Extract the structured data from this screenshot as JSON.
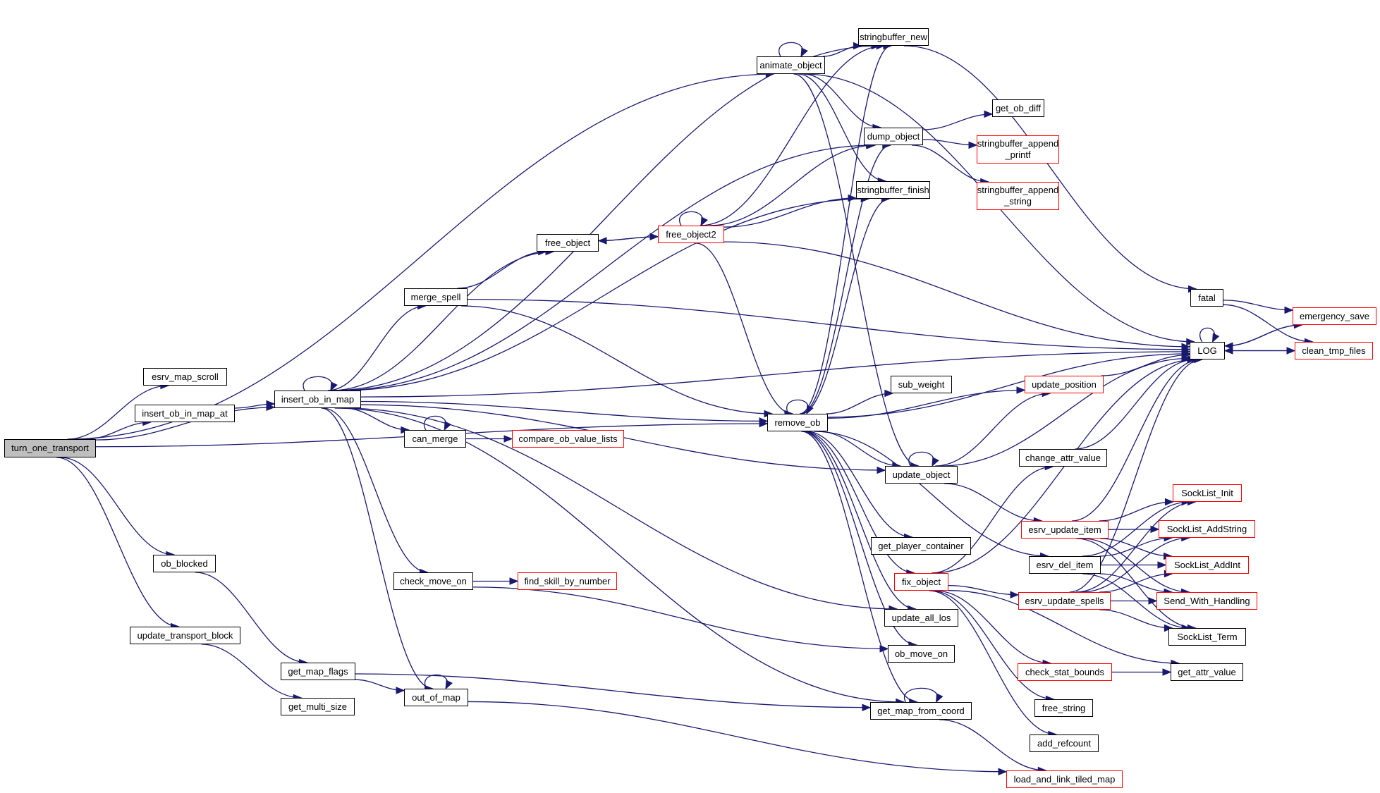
{
  "graph": {
    "root": "turn_one_transport",
    "colors": {
      "edge": "#191970",
      "root_fill": "#bfbfbf",
      "external_border": "#ff0000",
      "node_border": "#000000"
    },
    "nodes": [
      {
        "id": "turn_one_transport",
        "label": "turn_one_transport",
        "kind": "root"
      },
      {
        "id": "esrv_map_scroll",
        "label": "esrv_map_scroll",
        "kind": "normal"
      },
      {
        "id": "insert_ob_in_map_at",
        "label": "insert_ob_in_map_at",
        "kind": "normal"
      },
      {
        "id": "insert_ob_in_map",
        "label": "insert_ob_in_map",
        "kind": "normal"
      },
      {
        "id": "can_merge",
        "label": "can_merge",
        "kind": "normal"
      },
      {
        "id": "merge_spell",
        "label": "merge_spell",
        "kind": "normal"
      },
      {
        "id": "free_object",
        "label": "free_object",
        "kind": "normal"
      },
      {
        "id": "free_object2",
        "label": "free_object2",
        "kind": "external"
      },
      {
        "id": "animate_object",
        "label": "animate_object",
        "kind": "normal"
      },
      {
        "id": "stringbuffer_new",
        "label": "stringbuffer_new",
        "kind": "normal"
      },
      {
        "id": "dump_object",
        "label": "dump_object",
        "kind": "normal"
      },
      {
        "id": "get_ob_diff",
        "label": "get_ob_diff",
        "kind": "normal"
      },
      {
        "id": "stringbuffer_append_printf",
        "label": "stringbuffer_append\n_printf",
        "kind": "external"
      },
      {
        "id": "stringbuffer_append_string",
        "label": "stringbuffer_append\n_string",
        "kind": "external"
      },
      {
        "id": "stringbuffer_finish",
        "label": "stringbuffer_finish",
        "kind": "normal"
      },
      {
        "id": "remove_ob",
        "label": "remove_ob",
        "kind": "normal"
      },
      {
        "id": "sub_weight",
        "label": "sub_weight",
        "kind": "normal"
      },
      {
        "id": "update_position",
        "label": "update_position",
        "kind": "external"
      },
      {
        "id": "update_object",
        "label": "update_object",
        "kind": "normal"
      },
      {
        "id": "change_attr_value",
        "label": "change_attr_value",
        "kind": "normal"
      },
      {
        "id": "get_player_container",
        "label": "get_player_container",
        "kind": "normal"
      },
      {
        "id": "fix_object",
        "label": "fix_object",
        "kind": "external"
      },
      {
        "id": "esrv_update_item",
        "label": "esrv_update_item",
        "kind": "external"
      },
      {
        "id": "esrv_del_item",
        "label": "esrv_del_item",
        "kind": "normal"
      },
      {
        "id": "esrv_update_spells",
        "label": "esrv_update_spells",
        "kind": "external"
      },
      {
        "id": "check_stat_bounds",
        "label": "check_stat_bounds",
        "kind": "external"
      },
      {
        "id": "free_string",
        "label": "free_string",
        "kind": "normal"
      },
      {
        "id": "add_refcount",
        "label": "add_refcount",
        "kind": "normal"
      },
      {
        "id": "load_and_link_tiled_map",
        "label": "load_and_link_tiled_map",
        "kind": "external"
      },
      {
        "id": "update_all_los",
        "label": "update_all_los",
        "kind": "normal"
      },
      {
        "id": "ob_move_on",
        "label": "ob_move_on",
        "kind": "normal"
      },
      {
        "id": "get_map_from_coord",
        "label": "get_map_from_coord",
        "kind": "normal"
      },
      {
        "id": "LOG",
        "label": "LOG",
        "kind": "normal"
      },
      {
        "id": "fatal",
        "label": "fatal",
        "kind": "normal"
      },
      {
        "id": "emergency_save",
        "label": "emergency_save",
        "kind": "external"
      },
      {
        "id": "clean_tmp_files",
        "label": "clean_tmp_files",
        "kind": "external"
      },
      {
        "id": "SockList_Init",
        "label": "SockList_Init",
        "kind": "external"
      },
      {
        "id": "SockList_AddString",
        "label": "SockList_AddString",
        "kind": "external"
      },
      {
        "id": "SockList_AddInt",
        "label": "SockList_AddInt",
        "kind": "external"
      },
      {
        "id": "Send_With_Handling",
        "label": "Send_With_Handling",
        "kind": "external"
      },
      {
        "id": "SockList_Term",
        "label": "SockList_Term",
        "kind": "normal"
      },
      {
        "id": "get_attr_value",
        "label": "get_attr_value",
        "kind": "normal"
      },
      {
        "id": "compare_ob_value_lists",
        "label": "compare_ob_value_lists",
        "kind": "external"
      },
      {
        "id": "check_move_on",
        "label": "check_move_on",
        "kind": "normal"
      },
      {
        "id": "find_skill_by_number",
        "label": "find_skill_by_number",
        "kind": "external"
      },
      {
        "id": "ob_blocked",
        "label": "ob_blocked",
        "kind": "normal"
      },
      {
        "id": "update_transport_block",
        "label": "update_transport_block",
        "kind": "normal"
      },
      {
        "id": "get_map_flags",
        "label": "get_map_flags",
        "kind": "normal"
      },
      {
        "id": "get_multi_size",
        "label": "get_multi_size",
        "kind": "normal"
      },
      {
        "id": "out_of_map",
        "label": "out_of_map",
        "kind": "normal"
      }
    ],
    "edges": [
      [
        "turn_one_transport",
        "animate_object"
      ],
      [
        "turn_one_transport",
        "esrv_map_scroll"
      ],
      [
        "turn_one_transport",
        "insert_ob_in_map_at"
      ],
      [
        "turn_one_transport",
        "insert_ob_in_map"
      ],
      [
        "turn_one_transport",
        "remove_ob"
      ],
      [
        "turn_one_transport",
        "ob_blocked"
      ],
      [
        "turn_one_transport",
        "update_transport_block"
      ],
      [
        "insert_ob_in_map_at",
        "insert_ob_in_map"
      ],
      [
        "insert_ob_in_map",
        "insert_ob_in_map"
      ],
      [
        "insert_ob_in_map",
        "stringbuffer_new"
      ],
      [
        "insert_ob_in_map",
        "dump_object"
      ],
      [
        "insert_ob_in_map",
        "stringbuffer_finish"
      ],
      [
        "insert_ob_in_map",
        "free_object"
      ],
      [
        "insert_ob_in_map",
        "merge_spell"
      ],
      [
        "insert_ob_in_map",
        "LOG"
      ],
      [
        "insert_ob_in_map",
        "remove_ob"
      ],
      [
        "insert_ob_in_map",
        "can_merge"
      ],
      [
        "insert_ob_in_map",
        "update_object"
      ],
      [
        "insert_ob_in_map",
        "check_move_on"
      ],
      [
        "insert_ob_in_map",
        "update_all_los"
      ],
      [
        "insert_ob_in_map",
        "out_of_map"
      ],
      [
        "insert_ob_in_map",
        "get_map_from_coord"
      ],
      [
        "can_merge",
        "can_merge"
      ],
      [
        "can_merge",
        "compare_ob_value_lists"
      ],
      [
        "merge_spell",
        "free_object"
      ],
      [
        "merge_spell",
        "LOG"
      ],
      [
        "merge_spell",
        "remove_ob"
      ],
      [
        "free_object",
        "free_object2"
      ],
      [
        "free_object2",
        "free_object"
      ],
      [
        "free_object2",
        "free_object2"
      ],
      [
        "free_object2",
        "stringbuffer_new"
      ],
      [
        "free_object2",
        "dump_object"
      ],
      [
        "free_object2",
        "stringbuffer_finish"
      ],
      [
        "free_object2",
        "LOG"
      ],
      [
        "free_object2",
        "remove_ob"
      ],
      [
        "animate_object",
        "animate_object"
      ],
      [
        "animate_object",
        "stringbuffer_new"
      ],
      [
        "animate_object",
        "dump_object"
      ],
      [
        "animate_object",
        "stringbuffer_finish"
      ],
      [
        "animate_object",
        "LOG"
      ],
      [
        "animate_object",
        "update_object"
      ],
      [
        "stringbuffer_new",
        "fatal"
      ],
      [
        "dump_object",
        "get_ob_diff"
      ],
      [
        "dump_object",
        "stringbuffer_append_printf"
      ],
      [
        "dump_object",
        "stringbuffer_append_string"
      ],
      [
        "remove_ob",
        "remove_ob"
      ],
      [
        "remove_ob",
        "stringbuffer_new"
      ],
      [
        "remove_ob",
        "dump_object"
      ],
      [
        "remove_ob",
        "stringbuffer_finish"
      ],
      [
        "remove_ob",
        "LOG"
      ],
      [
        "remove_ob",
        "sub_weight"
      ],
      [
        "remove_ob",
        "update_position"
      ],
      [
        "remove_ob",
        "update_object"
      ],
      [
        "remove_ob",
        "get_player_container"
      ],
      [
        "remove_ob",
        "fix_object"
      ],
      [
        "remove_ob",
        "esrv_del_item"
      ],
      [
        "remove_ob",
        "update_all_los"
      ],
      [
        "remove_ob",
        "ob_move_on"
      ],
      [
        "remove_ob",
        "get_map_from_coord"
      ],
      [
        "update_position",
        "LOG"
      ],
      [
        "update_object",
        "update_object"
      ],
      [
        "update_object",
        "update_position"
      ],
      [
        "update_object",
        "LOG"
      ],
      [
        "update_object",
        "esrv_update_item"
      ],
      [
        "change_attr_value",
        "LOG"
      ],
      [
        "fix_object",
        "change_attr_value"
      ],
      [
        "fix_object",
        "LOG"
      ],
      [
        "fix_object",
        "esrv_update_spells"
      ],
      [
        "fix_object",
        "get_attr_value"
      ],
      [
        "fix_object",
        "check_stat_bounds"
      ],
      [
        "fix_object",
        "free_string"
      ],
      [
        "fix_object",
        "add_refcount"
      ],
      [
        "esrv_update_item",
        "LOG"
      ],
      [
        "esrv_update_item",
        "SockList_Init"
      ],
      [
        "esrv_update_item",
        "SockList_AddString"
      ],
      [
        "esrv_update_item",
        "SockList_AddInt"
      ],
      [
        "esrv_update_item",
        "Send_With_Handling"
      ],
      [
        "esrv_update_item",
        "SockList_Term"
      ],
      [
        "esrv_del_item",
        "SockList_Init"
      ],
      [
        "esrv_del_item",
        "SockList_AddString"
      ],
      [
        "esrv_del_item",
        "SockList_AddInt"
      ],
      [
        "esrv_del_item",
        "Send_With_Handling"
      ],
      [
        "esrv_del_item",
        "SockList_Term"
      ],
      [
        "esrv_update_spells",
        "LOG"
      ],
      [
        "esrv_update_spells",
        "SockList_Init"
      ],
      [
        "esrv_update_spells",
        "SockList_AddString"
      ],
      [
        "esrv_update_spells",
        "SockList_AddInt"
      ],
      [
        "esrv_update_spells",
        "Send_With_Handling"
      ],
      [
        "esrv_update_spells",
        "SockList_Term"
      ],
      [
        "check_stat_bounds",
        "get_attr_value"
      ],
      [
        "LOG",
        "LOG"
      ],
      [
        "LOG",
        "emergency_save"
      ],
      [
        "LOG",
        "clean_tmp_files"
      ],
      [
        "emergency_save",
        "LOG"
      ],
      [
        "clean_tmp_files",
        "LOG"
      ],
      [
        "fatal",
        "emergency_save"
      ],
      [
        "fatal",
        "clean_tmp_files"
      ],
      [
        "check_move_on",
        "find_skill_by_number"
      ],
      [
        "check_move_on",
        "ob_move_on"
      ],
      [
        "ob_blocked",
        "get_map_flags"
      ],
      [
        "update_transport_block",
        "get_multi_size"
      ],
      [
        "get_map_flags",
        "out_of_map"
      ],
      [
        "get_map_flags",
        "get_map_from_coord"
      ],
      [
        "out_of_map",
        "out_of_map"
      ],
      [
        "out_of_map",
        "load_and_link_tiled_map"
      ],
      [
        "get_map_from_coord",
        "get_map_from_coord"
      ],
      [
        "get_map_from_coord",
        "load_and_link_tiled_map"
      ]
    ]
  }
}
